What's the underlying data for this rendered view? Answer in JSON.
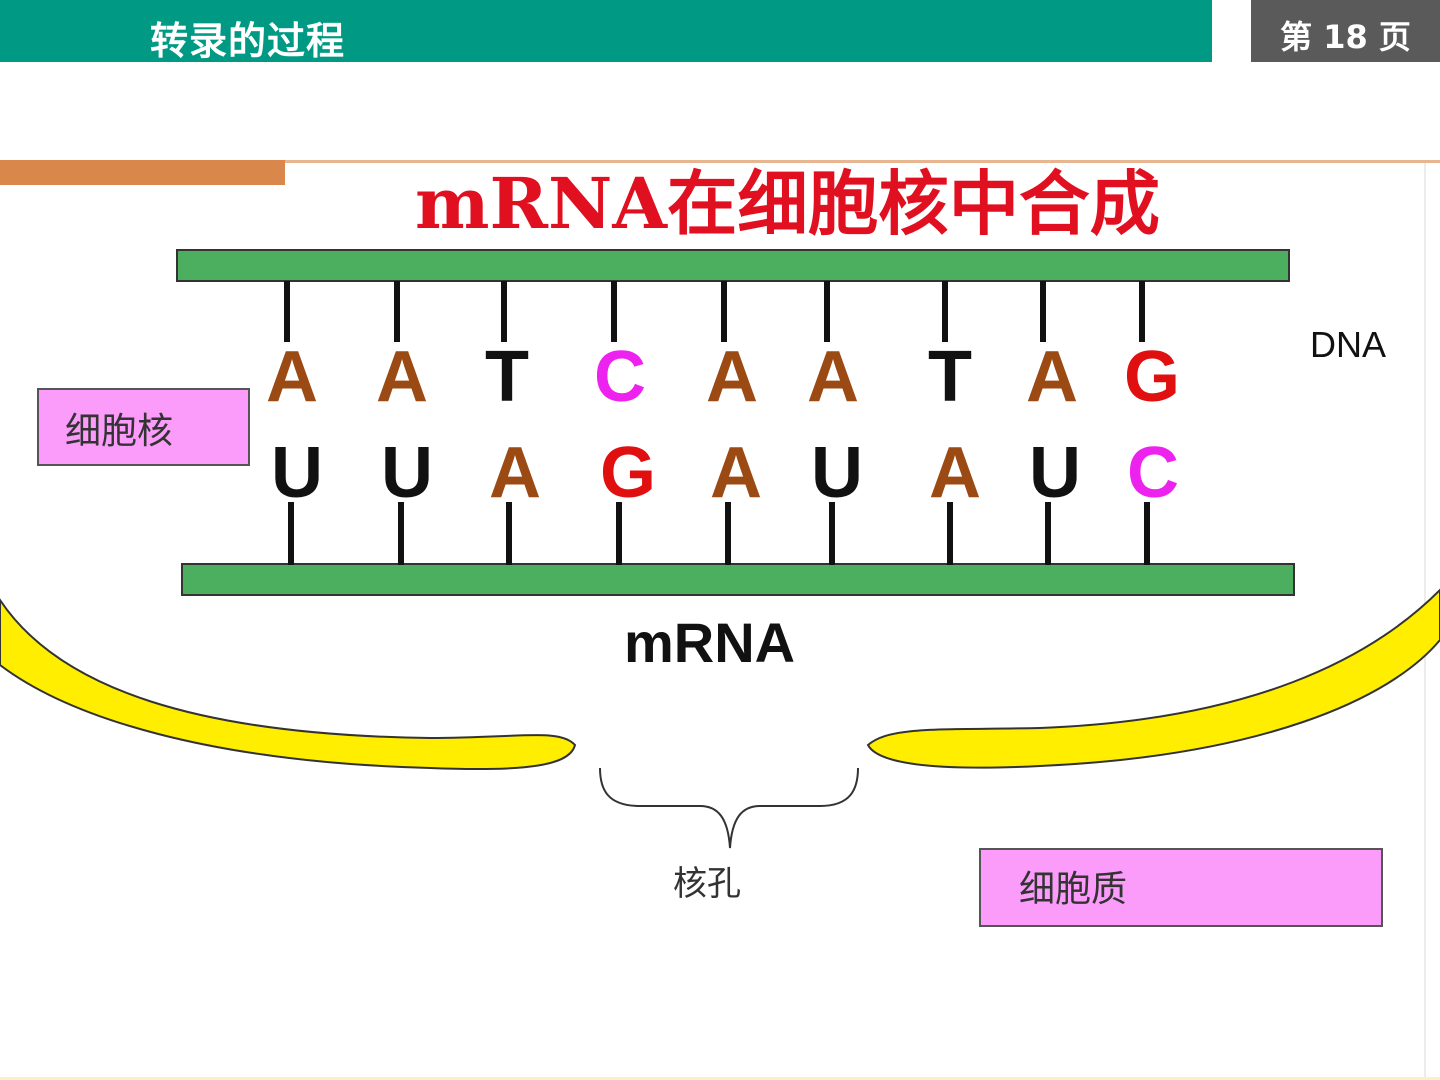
{
  "header": {
    "title": "转录的过程",
    "page_label": "第 18 页"
  },
  "diagram": {
    "title": "mRNA在细胞核中合成",
    "dna_label": "DNA",
    "mrna_label": "mRNA",
    "nucleus_label": "细胞核",
    "cytoplasm_label": "细胞质",
    "pore_label": "核孔",
    "dna_bases": [
      {
        "letter": "A",
        "color": "#9b4a14"
      },
      {
        "letter": "A",
        "color": "#9b4a14"
      },
      {
        "letter": "T",
        "color": "#111111"
      },
      {
        "letter": "C",
        "color": "#ee22ee"
      },
      {
        "letter": "A",
        "color": "#9b4a14"
      },
      {
        "letter": "A",
        "color": "#9b4a14"
      },
      {
        "letter": "T",
        "color": "#111111"
      },
      {
        "letter": "A",
        "color": "#9b4a14"
      },
      {
        "letter": "G",
        "color": "#e01010"
      }
    ],
    "mrna_bases": [
      {
        "letter": "U",
        "color": "#111111"
      },
      {
        "letter": "U",
        "color": "#111111"
      },
      {
        "letter": "A",
        "color": "#9b4a14"
      },
      {
        "letter": "G",
        "color": "#e01010"
      },
      {
        "letter": "A",
        "color": "#9b4a14"
      },
      {
        "letter": "U",
        "color": "#111111"
      },
      {
        "letter": "A",
        "color": "#9b4a14"
      },
      {
        "letter": "U",
        "color": "#111111"
      },
      {
        "letter": "C",
        "color": "#ee22ee"
      }
    ],
    "colors": {
      "header": "#009a84",
      "strand": "#4caf5f",
      "membrane": "#ffee00",
      "label_box": "#fb9cfb",
      "title": "#e01020"
    }
  }
}
